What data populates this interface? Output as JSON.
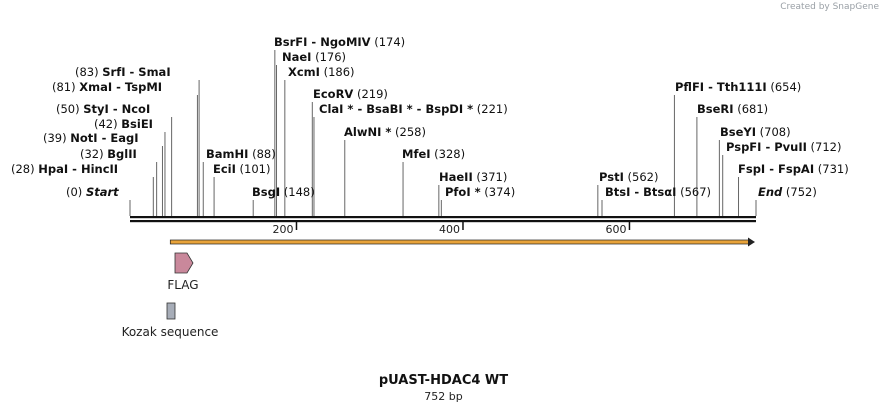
{
  "watermark": "Created by SnapGene",
  "plasmid": {
    "name": "pUAST-HDAC4 WT",
    "length_label": "752 bp",
    "length": 752
  },
  "sites": [
    {
      "pos": 0,
      "label": "(0)",
      "names": [
        "Start"
      ],
      "italic": true
    },
    {
      "pos": 28,
      "label": "(28)",
      "names": [
        "HpaI",
        "HincII"
      ]
    },
    {
      "pos": 32,
      "label": "(32)",
      "names": [
        "BglII"
      ]
    },
    {
      "pos": 39,
      "label": "(39)",
      "names": [
        "NotI",
        "EagI"
      ]
    },
    {
      "pos": 42,
      "label": "(42)",
      "names": [
        "BsiEI"
      ]
    },
    {
      "pos": 50,
      "label": "(50)",
      "names": [
        "StyI",
        "NcoI"
      ]
    },
    {
      "pos": 81,
      "label": "(81)",
      "names": [
        "XmaI",
        "TspMI"
      ]
    },
    {
      "pos": 83,
      "label": "(83)",
      "names": [
        "SrfI",
        "SmaI"
      ]
    },
    {
      "pos": 88,
      "label": "(88)",
      "names": [
        "BamHI"
      ]
    },
    {
      "pos": 101,
      "label": "(101)",
      "names": [
        "EciI"
      ]
    },
    {
      "pos": 148,
      "label": "(148)",
      "names": [
        "BsgI"
      ]
    },
    {
      "pos": 174,
      "label": "(174)",
      "names": [
        "BsrFI",
        "NgoMIV"
      ]
    },
    {
      "pos": 176,
      "label": "(176)",
      "names": [
        "NaeI"
      ]
    },
    {
      "pos": 186,
      "label": "(186)",
      "names": [
        "XcmI"
      ]
    },
    {
      "pos": 219,
      "label": "(219)",
      "names": [
        "EcoRV"
      ]
    },
    {
      "pos": 221,
      "label": "(221)",
      "names": [
        "ClaI *",
        "BsaBI *",
        "BspDI *"
      ]
    },
    {
      "pos": 258,
      "label": "(258)",
      "names": [
        "AlwNI *"
      ]
    },
    {
      "pos": 328,
      "label": "(328)",
      "names": [
        "MfeI"
      ]
    },
    {
      "pos": 371,
      "label": "(371)",
      "names": [
        "HaeII"
      ]
    },
    {
      "pos": 374,
      "label": "(374)",
      "names": [
        "PfoI *"
      ]
    },
    {
      "pos": 562,
      "label": "(562)",
      "names": [
        "PstI"
      ]
    },
    {
      "pos": 567,
      "label": "(567)",
      "names": [
        "BtsI",
        "BtsαI"
      ]
    },
    {
      "pos": 654,
      "label": "(654)",
      "names": [
        "PflFI",
        "Tth111I"
      ]
    },
    {
      "pos": 681,
      "label": "(681)",
      "names": [
        "BseRI"
      ]
    },
    {
      "pos": 708,
      "label": "(708)",
      "names": [
        "BseYI"
      ]
    },
    {
      "pos": 712,
      "label": "(712)",
      "names": [
        "PspFI",
        "PvuII"
      ]
    },
    {
      "pos": 731,
      "label": "(731)",
      "names": [
        "FspI",
        "FspAI"
      ]
    },
    {
      "pos": 752,
      "label": "(752)",
      "names": [
        "End"
      ],
      "italic": true
    }
  ],
  "ticks": [
    200,
    400,
    600
  ],
  "features": {
    "hdac4": {
      "start": 52,
      "end": 752,
      "color": "#e8a33a"
    },
    "flag": {
      "name": "FLAG",
      "color": "#c9889b"
    },
    "kozak": {
      "name": "Kozak sequence",
      "color": "#a7adb8"
    }
  }
}
